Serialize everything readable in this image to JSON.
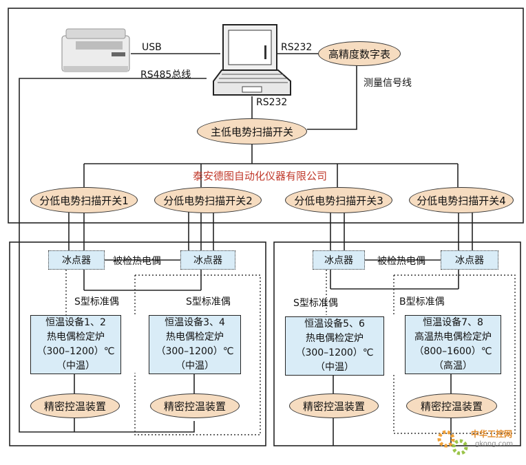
{
  "top": {
    "usb_label": "USB",
    "rs232_right_label": "RS232",
    "rs485_label": "RS485总线",
    "rs232_bottom_label": "RS232",
    "signal_line_label": "测量信号线",
    "meter": "高精度数字表",
    "main_switch": "主低电势扫描开关",
    "company": "泰安德图自动化仪器有限公司"
  },
  "sub_switches": [
    "分低电势扫描开关1",
    "分低电势扫描开关2",
    "分低电势扫描开关3",
    "分低电势扫描开关4"
  ],
  "left_group": {
    "ice_a": "冰点器",
    "ice_b": "冰点器",
    "tested_tc": "被检热电偶",
    "std_a": "S型标准偶",
    "std_b": "S型标准偶",
    "furnace_a": [
      "恒温设备1、2",
      "热电偶检定炉",
      "（300–1200）℃",
      "（中温）"
    ],
    "furnace_b": [
      "恒温设备3、4",
      "热电偶检定炉",
      "（300–1200）℃",
      "（中温）"
    ],
    "ctrl_a": "精密控温装置",
    "ctrl_b": "精密控温装置"
  },
  "right_group": {
    "ice_a": "冰点器",
    "ice_b": "冰点器",
    "tested_tc": "被检热电偶",
    "std_a": "S型标准偶",
    "std_b": "B型标准偶",
    "furnace_a": [
      "恒温设备5、6",
      "热电偶检定炉",
      "（300–1200）℃",
      "（中温）"
    ],
    "furnace_b": [
      "恒温设备7、8",
      "高温热电偶检定炉",
      "（800–1600）℃",
      "（高温）"
    ],
    "ctrl_a": "精密控温装置",
    "ctrl_b": "精密控温装置"
  },
  "watermark": {
    "text": "中华工控网",
    "url": "gkong.com"
  },
  "colors": {
    "oval_fill": "#f6dcc0",
    "box_fill": "#d9ecf7",
    "company": "#c0392b"
  }
}
